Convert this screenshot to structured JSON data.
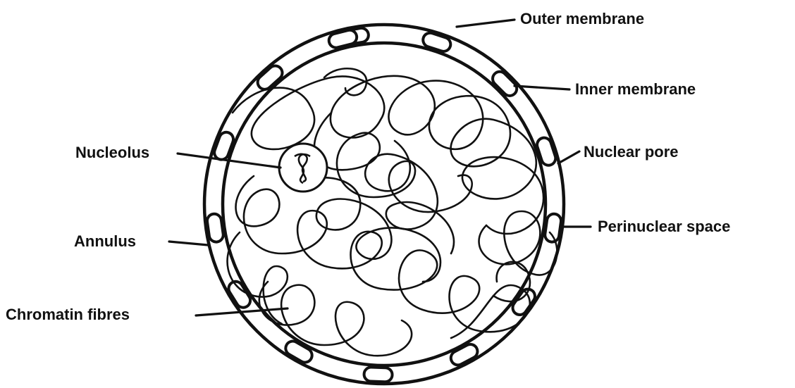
{
  "labels": {
    "outer_membrane": "Outer membrane",
    "inner_membrane": "Inner membrane",
    "nucleolus": "Nucleolus",
    "nuclear_pore": "Nuclear pore",
    "perinuclear_space": "Perinuclear space",
    "annulus": "Annulus",
    "chromatin_fibres": "Chromatin fibres"
  },
  "colors": {
    "ink": "#111111",
    "background": "#ffffff"
  }
}
